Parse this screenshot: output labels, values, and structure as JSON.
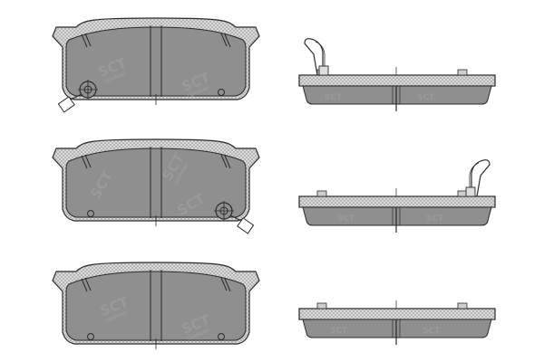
{
  "watermark": {
    "brand": "SCT",
    "sub": "GERMANY"
  },
  "colors": {
    "backplate": "#dcdcdc",
    "friction": "#8f8f8f",
    "outline": "#2a2a2a",
    "watermark": "#9a9a9a"
  },
  "pads": [
    {
      "name": "pad-set-1",
      "front_features": [
        "wear-indicator-spring"
      ],
      "side_features": [
        "wear-indicator-clip-left"
      ]
    },
    {
      "name": "pad-set-2",
      "front_features": [
        "wear-indicator-spring"
      ],
      "side_features": [
        "wear-indicator-clip-right"
      ]
    },
    {
      "name": "pad-set-3",
      "front_features": [],
      "side_features": []
    }
  ]
}
